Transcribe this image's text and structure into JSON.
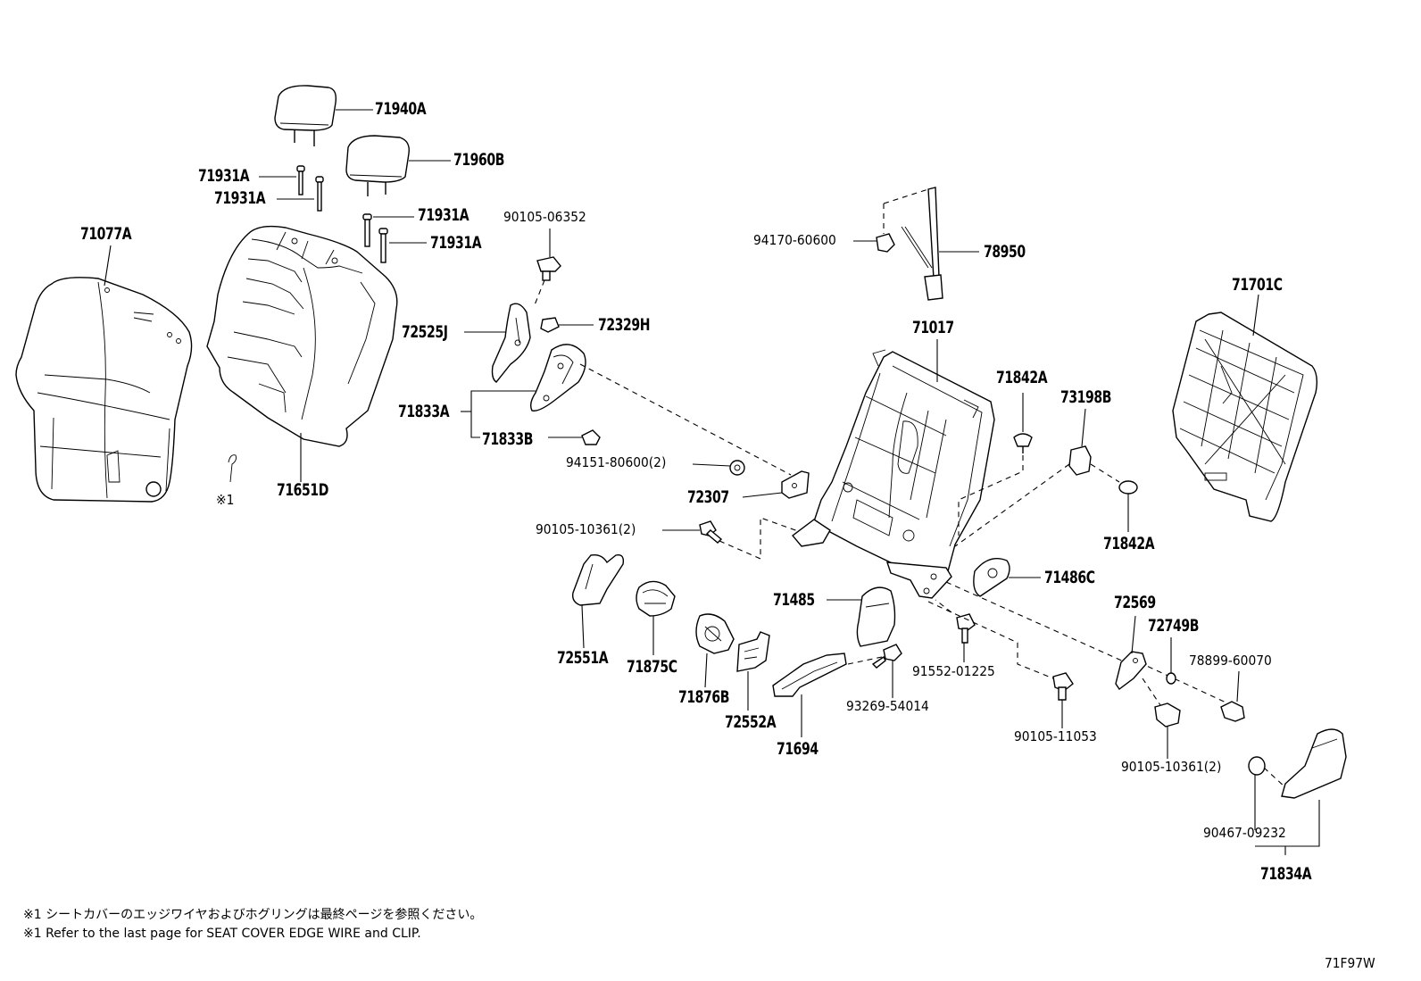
{
  "labels": {
    "p71940A": "71940A",
    "p71960B": "71960B",
    "p71931A_1": "71931A",
    "p71931A_2": "71931A",
    "p71931A_3": "71931A",
    "p71931A_4": "71931A",
    "p71077A": "71077A",
    "p71651D": "71651D",
    "ref1": "※1",
    "p90105_06352": "90105-06352",
    "p72525J": "72525J",
    "p72329H": "72329H",
    "p71833A": "71833A",
    "p71833B": "71833B",
    "p94151_80600": "94151-80600(2)",
    "p72307": "72307",
    "p90105_10361a": "90105-10361(2)",
    "p72551A": "72551A",
    "p71875C": "71875C",
    "p71876B": "71876B",
    "p72552A": "72552A",
    "p71694": "71694",
    "p71485": "71485",
    "p93269_54014": "93269-54014",
    "p91552_01225": "91552-01225",
    "p94170_60600": "94170-60600",
    "p78950": "78950",
    "p71017": "71017",
    "p71842A_1": "71842A",
    "p73198B": "73198B",
    "p71842A_2": "71842A",
    "p71701C": "71701C",
    "p71486C": "71486C",
    "p72569": "72569",
    "p72749B": "72749B",
    "p78899_60070": "78899-60070",
    "p90105_11053": "90105-11053",
    "p90105_10361b": "90105-10361(2)",
    "p90467_09232": "90467-09232",
    "p71834A": "71834A"
  },
  "notes": {
    "jp": "※1 シートカバーのエッジワイヤおよびホグリングは最終ページを参照ください。",
    "en": "※1 Refer to the last page for SEAT COVER EDGE WIRE and CLIP."
  },
  "figure_id": "71F97W"
}
